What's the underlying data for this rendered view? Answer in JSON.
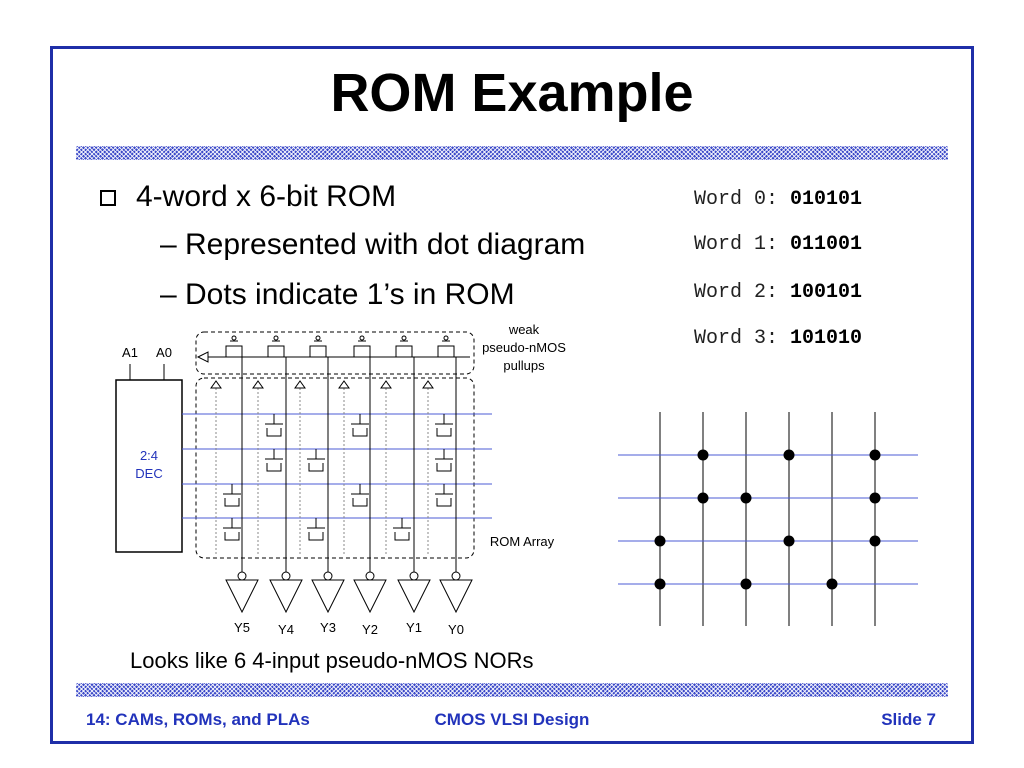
{
  "title": "ROM Example",
  "bullets": {
    "main": "4-word x 6-bit ROM",
    "sub1": "– Represented with dot diagram",
    "sub2": "– Dots indicate 1’s in ROM"
  },
  "words": [
    {
      "label": "Word 0:",
      "bits": "010101"
    },
    {
      "label": "Word 1:",
      "bits": "011001"
    },
    {
      "label": "Word 2:",
      "bits": "100101"
    },
    {
      "label": "Word 3:",
      "bits": "101010"
    }
  ],
  "circuit": {
    "addr_a1": "A1",
    "addr_a0": "A0",
    "decoder_line1": "2:4",
    "decoder_line2": "DEC",
    "pullup_line1": "weak",
    "pullup_line2": "pseudo-nMOS",
    "pullup_line3": "pullups",
    "array_label": "ROM Array",
    "outputs": [
      "Y5",
      "Y4",
      "Y3",
      "Y2",
      "Y1",
      "Y0"
    ]
  },
  "caption": "Looks like 6 4-input pseudo-nMOS NORs",
  "footer": {
    "left": "14: CAMs, ROMs, and PLAs",
    "center": "CMOS VLSI Design",
    "right": "Slide 7"
  },
  "colors": {
    "frame": "#1f2fa8",
    "wordline": "#4b5bd6",
    "footer": "#2233bb",
    "decoder_text": "#2233bb"
  }
}
